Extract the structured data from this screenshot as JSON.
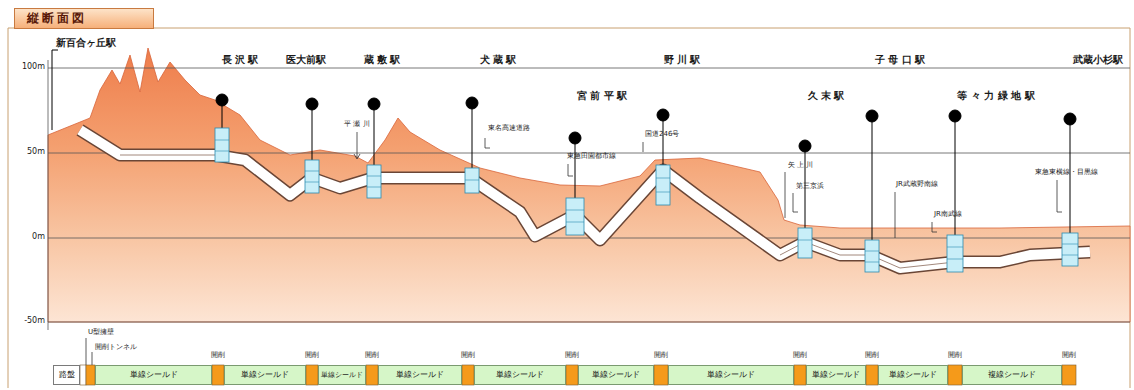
{
  "diagram": {
    "title": "縦断面図",
    "nodes": [
      {
        "text": [
          "縦断面図"
        ]
      },
      {
        "text": [
          "路盤"
        ]
      },
      {
        "text": [
          "単線シールド"
        ]
      },
      {
        "text": [
          "単線シールド"
        ]
      },
      {
        "text": [
          "単線シールド"
        ]
      },
      {
        "text": [
          "単線シールド"
        ]
      },
      {
        "text": [
          "単線シールド"
        ]
      },
      {
        "text": [
          "単線シールド"
        ]
      },
      {
        "text": [
          "単線シールド"
        ]
      },
      {
        "text": [
          "単線シールド"
        ]
      },
      {
        "text": [
          "単線シールド"
        ]
      },
      {
        "text": [
          "複線シールド"
        ]
      }
    ],
    "edges": [],
    "labels": [
      "100m",
      "50m",
      "0m",
      "-50m",
      "新百合ヶ丘駅",
      "長 沢 駅",
      "医大前駅",
      "蔵 敷 駅",
      "犬 蔵 駅",
      "宮 前 平 駅",
      "野 川 駅",
      "久 末 駅",
      "子 母 口 駅",
      "等 々 力 緑 地 駅",
      "武蔵小杉駅",
      "平 瀬 川",
      "東名高速道路",
      "東急田園都市線",
      "国道246号",
      "矢 上 川",
      "第三京浜",
      "JR武蔵野南線",
      "JR南武線",
      "東急東横線・目黒線",
      "U型擁壁",
      "開削トンネル",
      "開削",
      "開削",
      "開削",
      "開削",
      "開削",
      "開削",
      "開削",
      "開削",
      "開削",
      "開削"
    ]
  }
}
